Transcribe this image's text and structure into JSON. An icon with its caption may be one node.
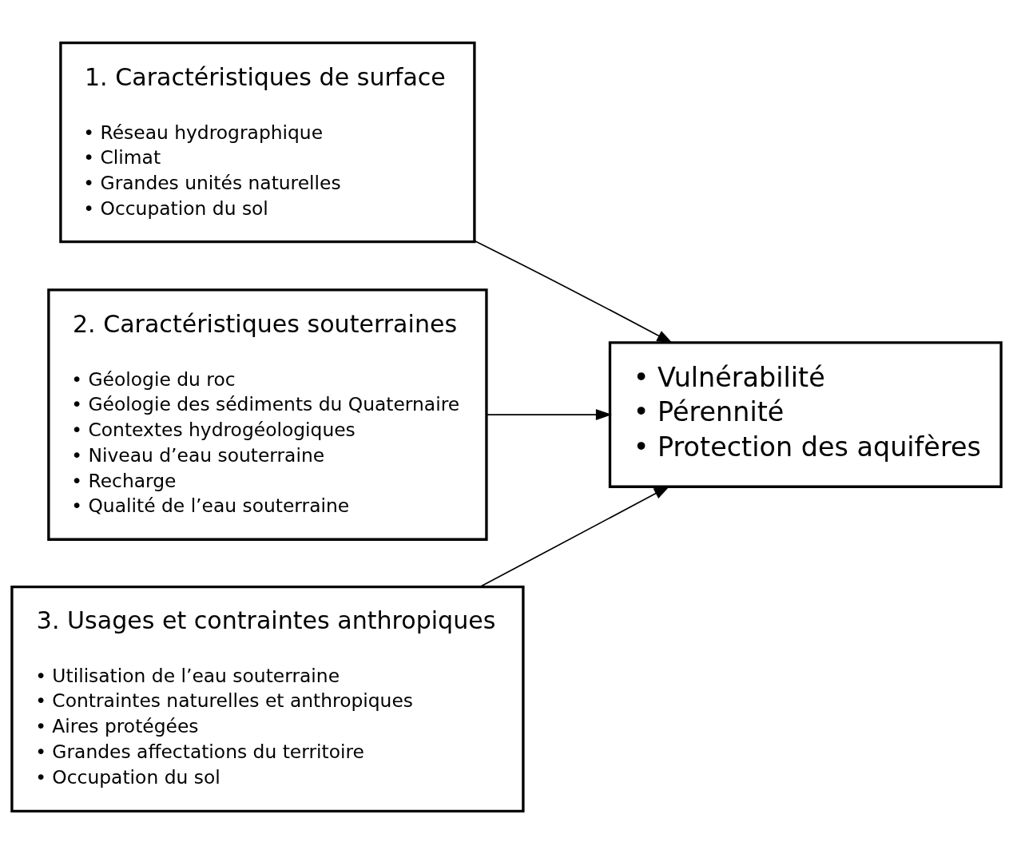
{
  "diagram": {
    "nodes": [
      {
        "text": [
          "1. Caractéristiques de surface",
          "• Réseau hydrographique",
          "• Climat",
          "• Grandes unités naturelles",
          "• Occupation du sol"
        ]
      },
      {
        "text": [
          "2. Caractéristiques souterraines",
          "• Géologie du roc",
          "• Géologie des sédiments du Quaternaire",
          "• Contextes hydrogéologiques",
          "• Niveau d’eau souterraine",
          "• Recharge",
          "• Qualité de l’eau souterraine"
        ]
      },
      {
        "text": [
          "3. Usages et contraintes anthropiques",
          "• Utilisation de l’eau souterraine",
          "• Contraintes naturelles et anthropiques",
          "• Aires protégées",
          "• Grandes affectations du territoire",
          "• Occupation du sol"
        ]
      },
      {
        "text": [
          "• Vulnérabilité",
          "• Pérennité",
          "• Protection des aquifères"
        ]
      }
    ],
    "edges": [
      {
        "from": 0,
        "to": 3,
        "arrow": "to"
      },
      {
        "from": 1,
        "to": 3,
        "arrow": "to"
      },
      {
        "from": 2,
        "to": 3,
        "arrow": "to"
      }
    ]
  }
}
